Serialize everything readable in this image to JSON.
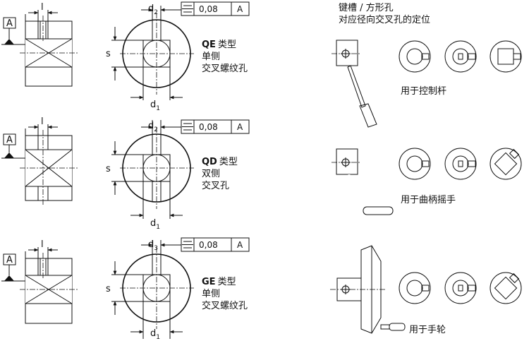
{
  "header": {
    "line1": "键槽 / 方形孔",
    "line2": "对应径向交叉孔的定位"
  },
  "datum_letter": "A",
  "dim_l": "l",
  "dim_s": "s",
  "rows": [
    {
      "code": "QE",
      "type_word": "类型",
      "desc1": "单侧",
      "desc2": "交叉螺纹孔",
      "d_top": "d",
      "d_top_sub": "2",
      "d_bottom": "d",
      "d_bottom_sub": "1",
      "tolerance_value": "0,08",
      "tolerance_datum": "A",
      "tolerance_symbol": "symmetry-icon",
      "application": "用于控制杆"
    },
    {
      "code": "QD",
      "type_word": "类型",
      "desc1": "双侧",
      "desc2": "交叉孔",
      "d_top": "d",
      "d_top_sub": "2",
      "d_bottom": "d",
      "d_bottom_sub": "1",
      "tolerance_value": "0,08",
      "tolerance_datum": "A",
      "tolerance_symbol": "symmetry-icon",
      "application": "用于曲柄摇手"
    },
    {
      "code": "GE",
      "type_word": "类型",
      "desc1": "单侧",
      "desc2": "交叉螺纹孔",
      "d_top": "d",
      "d_top_sub": "3",
      "d_bottom": "d",
      "d_bottom_sub": "1",
      "tolerance_value": "0,08",
      "tolerance_datum": "A",
      "tolerance_symbol": "symmetry-icon",
      "application": "用于手轮"
    }
  ],
  "colors": {
    "line": "#111111",
    "key_highlight": "#e0202a",
    "hatch_fill": "#f2f2f2"
  }
}
